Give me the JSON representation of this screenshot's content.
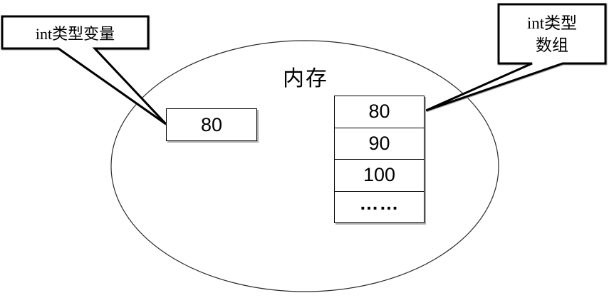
{
  "colors": {
    "background": "#ffffff",
    "stroke": "#000000",
    "shadow": "#a9a9a9"
  },
  "memory_region": {
    "label": "内存"
  },
  "variable": {
    "callout_label": "int类型变量",
    "value": "80"
  },
  "array": {
    "callout_label_line1": "int类型",
    "callout_label_line2": "数组",
    "cells": [
      "80",
      "90",
      "100",
      "……"
    ]
  }
}
